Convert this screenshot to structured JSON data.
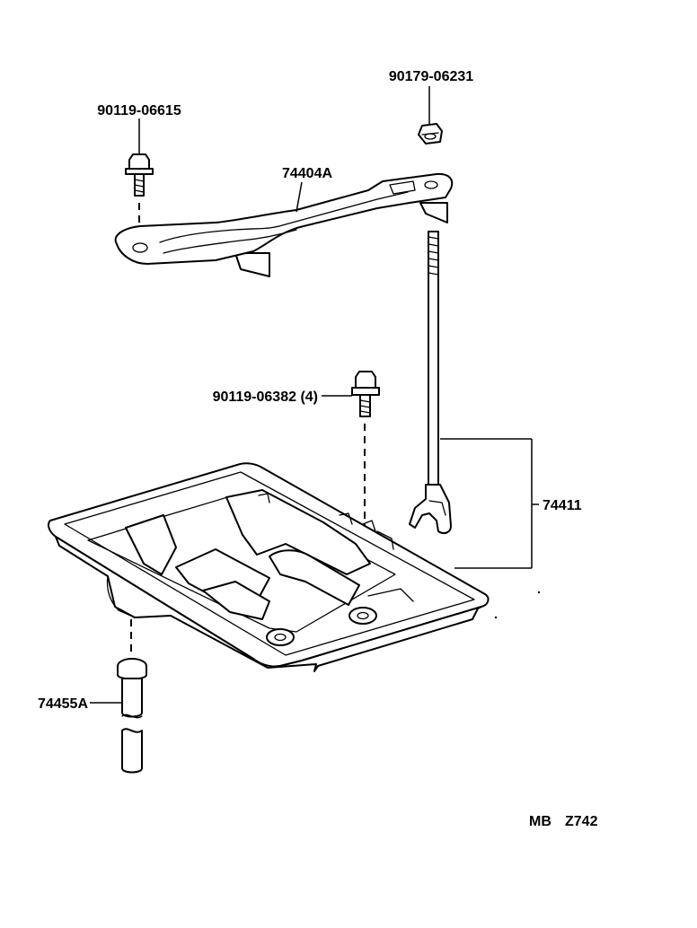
{
  "labels": {
    "bolt_top_left": "90119-06615",
    "nut_top_right": "90179-06231",
    "clamp_bar": "74404A",
    "bolt_center": "90119-06382 (4)",
    "hold_down_rod": "74411",
    "tray_pin": "74455A"
  },
  "diagram_code": {
    "prefix": "MB",
    "code": "Z742"
  }
}
